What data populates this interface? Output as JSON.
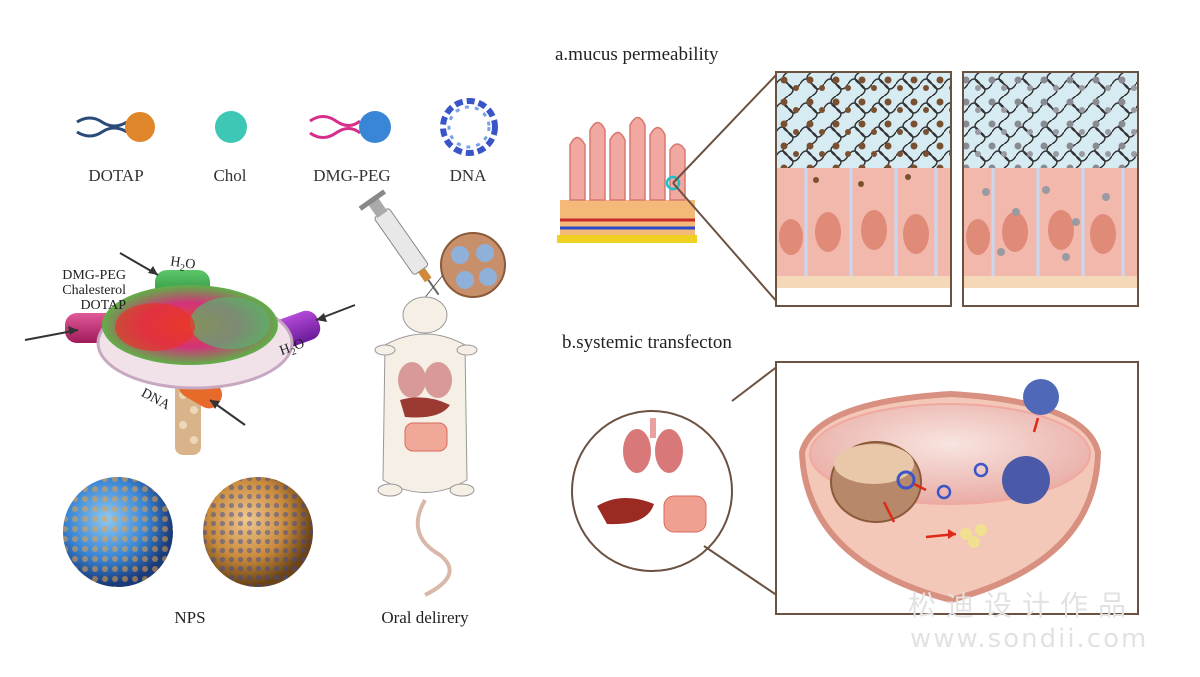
{
  "legend": {
    "dotap": "DOTAP",
    "chol": "Chol",
    "dmg_peg": "DMG-PEG",
    "dna": "DNA"
  },
  "mixer": {
    "inputs_label_line1": "DMG-PEG",
    "inputs_label_line2": "Chalesterol",
    "inputs_label_line3": "DOTAP",
    "water_top": "H",
    "water_top_sub": "2",
    "water_top_tail": "O",
    "water_right": "H",
    "water_right_sub": "2",
    "water_right_tail": "O",
    "dna_label": "DNA"
  },
  "captions": {
    "nps": "NPS",
    "oral": "Oral delirery"
  },
  "sections": {
    "a_title": "a.mucus permeability",
    "b_title": "b.systemic transfecton"
  },
  "watermark": {
    "cn": "松迪设计作品",
    "url": "www.sondii.com"
  },
  "colors": {
    "dotap_head": "#e0862a",
    "chol": "#3cc8b4",
    "peg_head": "#3a86d6",
    "dna": "#3a55c8",
    "frame": "#6b5140",
    "cell_pink": "#f2b8ac",
    "mucus_blue": "#d6ebf2"
  }
}
